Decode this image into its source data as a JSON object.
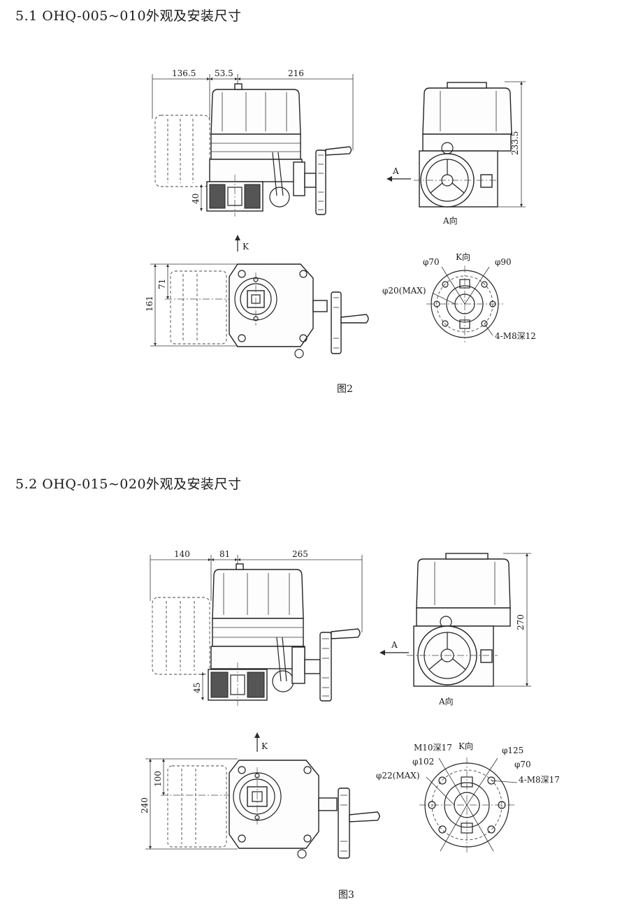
{
  "sections": [
    {
      "heading": "5.1 OHQ-005~010外观及安装尺寸",
      "figure_label": "图2",
      "side_view": {
        "dim_top": [
          "136.5",
          "53.5",
          "216"
        ],
        "dim_left": "40"
      },
      "front_view": {
        "dim_height": "233.5",
        "arrow_label": "A",
        "view_label": "A向"
      },
      "top_view": {
        "dim_total": "161",
        "dim_offset": "71",
        "arrow_label": "K"
      },
      "flange_view": {
        "view_label": "K向",
        "labels": [
          "φ70",
          "φ90",
          "φ20(MAX)",
          "4-M8深12"
        ]
      }
    },
    {
      "heading": "5.2 OHQ-015~020外观及安装尺寸",
      "figure_label": "图3",
      "side_view": {
        "dim_top": [
          "140",
          "81",
          "265"
        ],
        "dim_left": "45"
      },
      "front_view": {
        "dim_height": "270",
        "arrow_label": "A",
        "view_label": "A向"
      },
      "top_view": {
        "dim_total": "240",
        "dim_offset": "100",
        "arrow_label": "K"
      },
      "flange_view": {
        "view_label": "K向",
        "labels": [
          "M10深17",
          "φ102",
          "φ22(MAX)",
          "φ125",
          "φ70",
          "4-M8深17"
        ]
      }
    }
  ]
}
